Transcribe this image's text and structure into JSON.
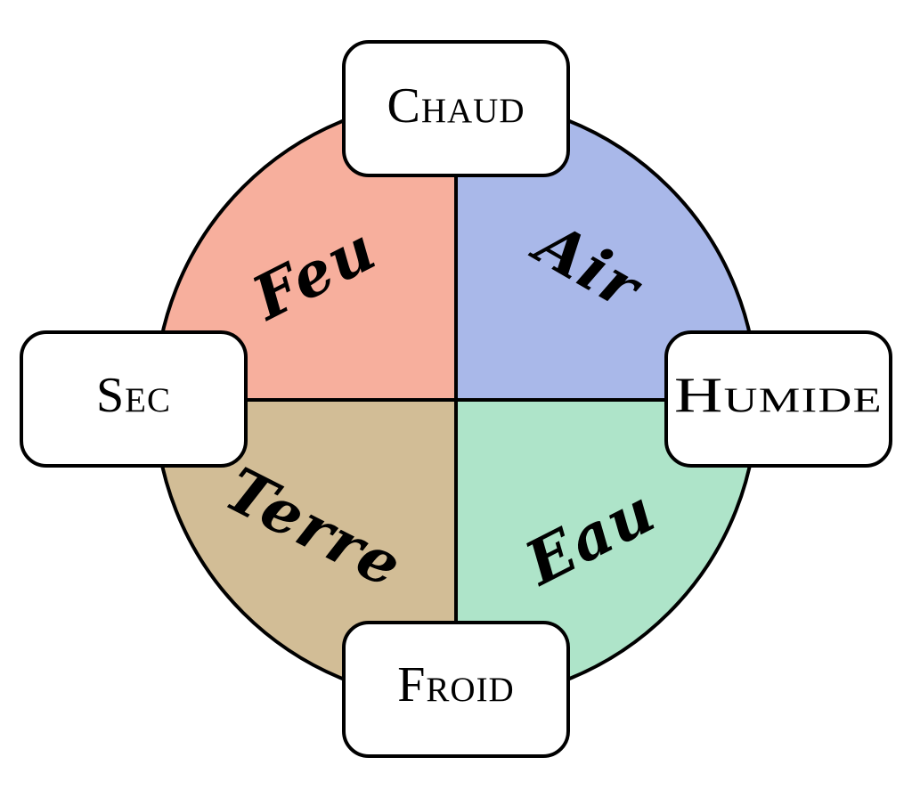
{
  "elements": {
    "fire": {
      "label": "Feu",
      "color": "#f7af9d"
    },
    "air": {
      "label": "Air",
      "color": "#a9b8e9"
    },
    "earth": {
      "label": "Terre",
      "color": "#d2bd96"
    },
    "water": {
      "label": "Eau",
      "color": "#aee4c9"
    }
  },
  "qualities": {
    "hot": {
      "label": "Chaud"
    },
    "wet": {
      "label": "Humide"
    },
    "cold": {
      "label": "Froid"
    },
    "dry": {
      "label": "Sec"
    }
  }
}
